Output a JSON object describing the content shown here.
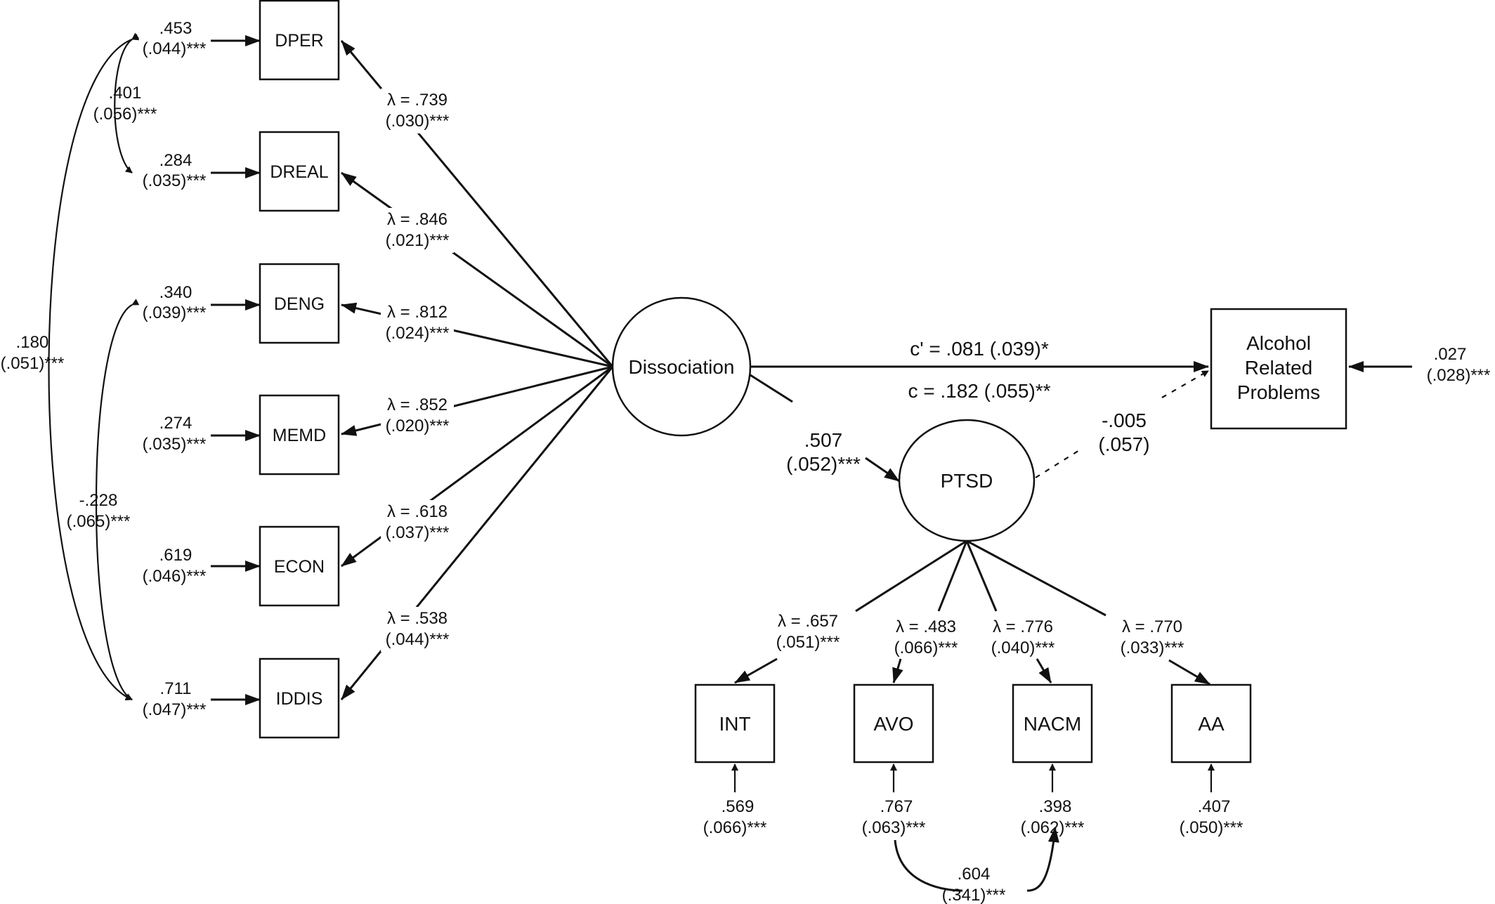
{
  "indicators_dissociation": [
    {
      "name": "DPER",
      "error_est": ".453",
      "error_se": "(.044)***",
      "loading": "λ = .739",
      "loading_se": "(.030)***"
    },
    {
      "name": "DREAL",
      "error_est": ".284",
      "error_se": "(.035)***",
      "loading": "λ = .846",
      "loading_se": "(.021)***"
    },
    {
      "name": "DENG",
      "error_est": ".340",
      "error_se": "(.039)***",
      "loading": "λ = .812",
      "loading_se": "(.024)***"
    },
    {
      "name": "MEMD",
      "error_est": ".274",
      "error_se": "(.035)***",
      "loading": "λ = .852",
      "loading_se": "(.020)***"
    },
    {
      "name": "ECON",
      "error_est": ".619",
      "error_se": "(.046)***",
      "loading": "λ = .618",
      "loading_se": "(.037)***"
    },
    {
      "name": "IDDIS",
      "error_est": ".711",
      "error_se": "(.047)***",
      "loading": "λ = .538",
      "loading_se": "(.044)***"
    }
  ],
  "left_correlations": [
    {
      "est": ".401",
      "se": "(.056)***"
    },
    {
      "est": ".180",
      "se": "(.051)***"
    },
    {
      "est": "-.228",
      "se": "(.065)***"
    }
  ],
  "latents": {
    "dissociation": "Dissociation",
    "ptsd": "PTSD"
  },
  "outcome": {
    "line1": "Alcohol",
    "line2": "Related",
    "line3": "Problems",
    "error_est": ".027",
    "error_se": "(.028)***"
  },
  "paths": {
    "direct": "c' = .081 (.039)*",
    "total": "c = .182 (.055)**",
    "a_est": ".507",
    "a_se": "(.052)***",
    "b_est": "-.005",
    "b_se": "(.057)"
  },
  "indicators_ptsd": [
    {
      "name": "INT",
      "loading": "λ = .657",
      "loading_se": "(.051)***",
      "error_est": ".569",
      "error_se": "(.066)***"
    },
    {
      "name": "AVO",
      "loading": "λ = .483",
      "loading_se": "(.066)***",
      "error_est": ".767",
      "error_se": "(.063)***"
    },
    {
      "name": "NACM",
      "loading": "λ = .776",
      "loading_se": "(.040)***",
      "error_est": ".398",
      "error_se": "(.062)***"
    },
    {
      "name": "AA",
      "loading": "λ = .770",
      "loading_se": "(.033)***",
      "error_est": ".407",
      "error_se": "(.050)***"
    }
  ],
  "bottom_correlation": {
    "est": ".604",
    "se": "(.341)***"
  }
}
